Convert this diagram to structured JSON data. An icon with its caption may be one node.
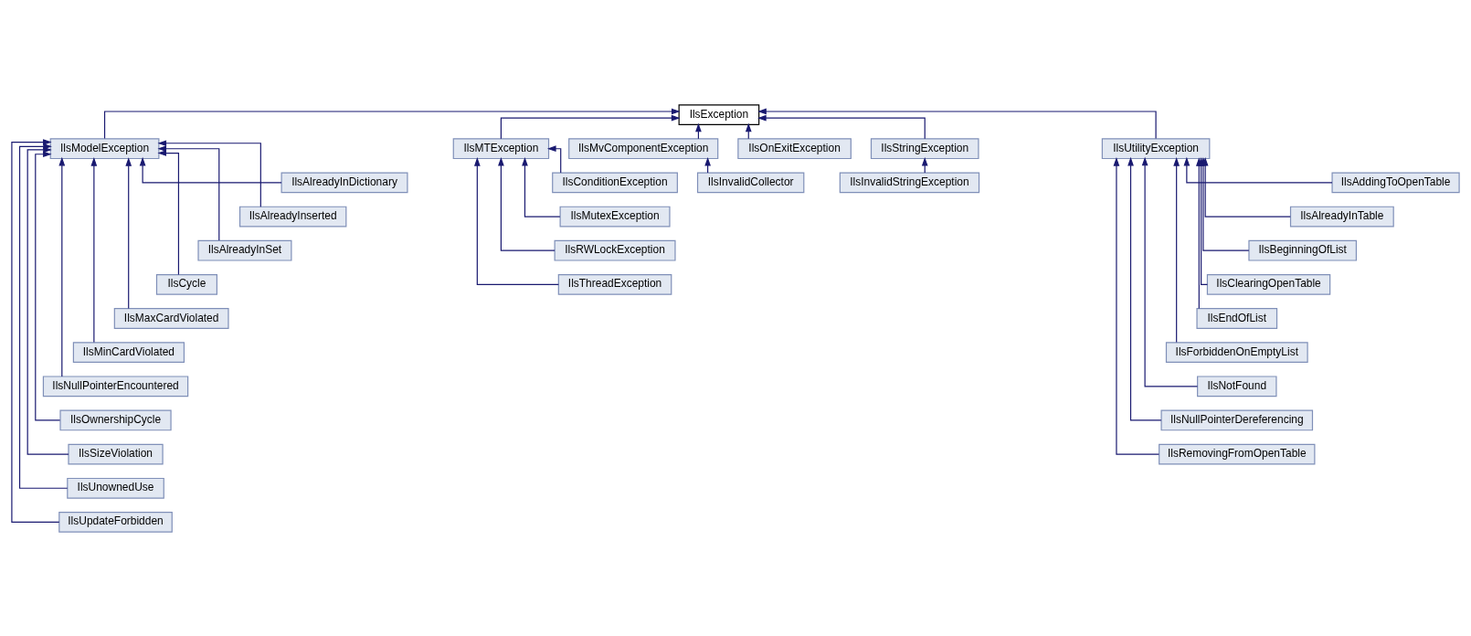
{
  "diagram": {
    "nodes": [
      {
        "text": [
          "IlsException"
        ]
      },
      {
        "text": [
          "IlsModelException"
        ]
      },
      {
        "text": [
          "IlsMTException"
        ]
      },
      {
        "text": [
          "IlsMvComponentException"
        ]
      },
      {
        "text": [
          "IlsOnExitException"
        ]
      },
      {
        "text": [
          "IlsStringException"
        ]
      },
      {
        "text": [
          "IlsUtilityException"
        ]
      },
      {
        "text": [
          "IlsAlreadyInDictionary"
        ]
      },
      {
        "text": [
          "IlsAlreadyInserted"
        ]
      },
      {
        "text": [
          "IlsAlreadyInSet"
        ]
      },
      {
        "text": [
          "IlsCycle"
        ]
      },
      {
        "text": [
          "IlsMaxCardViolated"
        ]
      },
      {
        "text": [
          "IlsMinCardViolated"
        ]
      },
      {
        "text": [
          "IlsNullPointerEncountered"
        ]
      },
      {
        "text": [
          "IlsOwnershipCycle"
        ]
      },
      {
        "text": [
          "IlsSizeViolation"
        ]
      },
      {
        "text": [
          "IlsUnownedUse"
        ]
      },
      {
        "text": [
          "IlsUpdateForbidden"
        ]
      },
      {
        "text": [
          "IlsConditionException"
        ]
      },
      {
        "text": [
          "IlsMutexException"
        ]
      },
      {
        "text": [
          "IlsRWLockException"
        ]
      },
      {
        "text": [
          "IlsThreadException"
        ]
      },
      {
        "text": [
          "IlsInvalidCollector"
        ]
      },
      {
        "text": [
          "IlsInvalidStringException"
        ]
      },
      {
        "text": [
          "IlsAddingToOpenTable"
        ]
      },
      {
        "text": [
          "IlsAlreadyInTable"
        ]
      },
      {
        "text": [
          "IlsBeginningOfList"
        ]
      },
      {
        "text": [
          "IlsClearingOpenTable"
        ]
      },
      {
        "text": [
          "IlsEndOfList"
        ]
      },
      {
        "text": [
          "IlsForbiddenOnEmptyList"
        ]
      },
      {
        "text": [
          "IlsNotFound"
        ]
      },
      {
        "text": [
          "IlsNullPointerDereferencing"
        ]
      },
      {
        "text": [
          "IlsRemovingFromOpenTable"
        ]
      }
    ],
    "edges": [
      {
        "from": 1,
        "to": 0,
        "arrow": "to"
      },
      {
        "from": 2,
        "to": 0,
        "arrow": "to"
      },
      {
        "from": 3,
        "to": 0,
        "arrow": "to"
      },
      {
        "from": 4,
        "to": 0,
        "arrow": "to"
      },
      {
        "from": 5,
        "to": 0,
        "arrow": "to"
      },
      {
        "from": 6,
        "to": 0,
        "arrow": "to"
      },
      {
        "from": 7,
        "to": 1,
        "arrow": "to"
      },
      {
        "from": 8,
        "to": 1,
        "arrow": "to"
      },
      {
        "from": 9,
        "to": 1,
        "arrow": "to"
      },
      {
        "from": 10,
        "to": 1,
        "arrow": "to"
      },
      {
        "from": 11,
        "to": 1,
        "arrow": "to"
      },
      {
        "from": 12,
        "to": 1,
        "arrow": "to"
      },
      {
        "from": 13,
        "to": 1,
        "arrow": "to"
      },
      {
        "from": 14,
        "to": 1,
        "arrow": "to"
      },
      {
        "from": 15,
        "to": 1,
        "arrow": "to"
      },
      {
        "from": 16,
        "to": 1,
        "arrow": "to"
      },
      {
        "from": 17,
        "to": 1,
        "arrow": "to"
      },
      {
        "from": 18,
        "to": 2,
        "arrow": "to"
      },
      {
        "from": 19,
        "to": 2,
        "arrow": "to"
      },
      {
        "from": 20,
        "to": 2,
        "arrow": "to"
      },
      {
        "from": 21,
        "to": 2,
        "arrow": "to"
      },
      {
        "from": 22,
        "to": 3,
        "arrow": "to"
      },
      {
        "from": 23,
        "to": 5,
        "arrow": "to"
      },
      {
        "from": 24,
        "to": 6,
        "arrow": "to"
      },
      {
        "from": 25,
        "to": 6,
        "arrow": "to"
      },
      {
        "from": 26,
        "to": 6,
        "arrow": "to"
      },
      {
        "from": 27,
        "to": 6,
        "arrow": "to"
      },
      {
        "from": 28,
        "to": 6,
        "arrow": "to"
      },
      {
        "from": 29,
        "to": 6,
        "arrow": "to"
      },
      {
        "from": 30,
        "to": 6,
        "arrow": "to"
      },
      {
        "from": 31,
        "to": 6,
        "arrow": "to"
      },
      {
        "from": 32,
        "to": 6,
        "arrow": "to"
      }
    ]
  }
}
